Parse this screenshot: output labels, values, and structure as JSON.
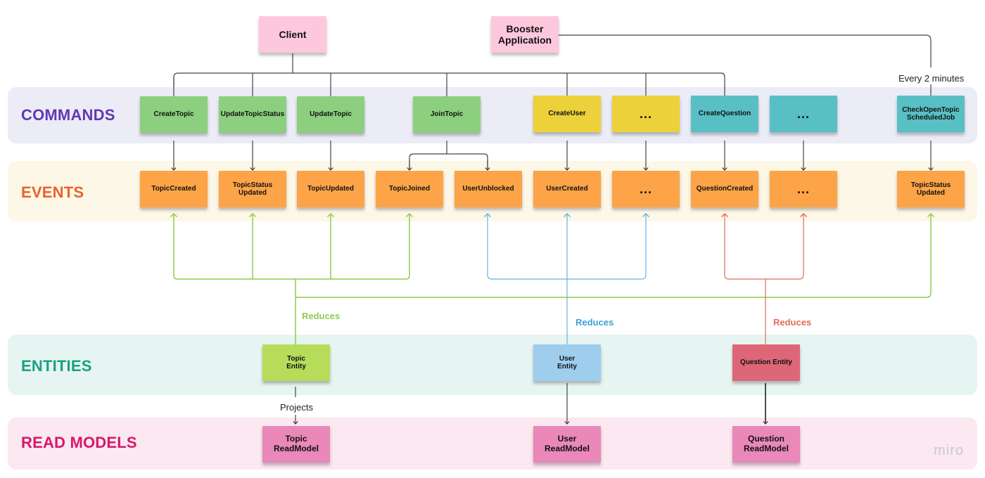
{
  "top": {
    "client": "Client",
    "booster": "Booster\nApplication",
    "schedule_label": "Every 2 minutes"
  },
  "bands": {
    "commands": "COMMANDS",
    "events": "EVENTS",
    "entities": "ENTITIES",
    "read_models": "READ MODELS"
  },
  "commands": {
    "create_topic": "CreateTopic",
    "update_topic_status": "UpdateTopicStatus",
    "update_topic": "UpdateTopic",
    "join_topic": "JoinTopic",
    "create_user": "CreateUser",
    "more_user": "...",
    "create_question": "CreateQuestion",
    "more_question": "...",
    "check_open_topic": "CheckOpenTopic\nScheduledJob"
  },
  "events": {
    "topic_created": "TopicCreated",
    "topic_status_updated": "TopicStatus\nUpdated",
    "topic_updated": "TopicUpdated",
    "topic_joined": "TopicJoined",
    "user_unblocked": "UserUnblocked",
    "user_created": "UserCreated",
    "more_user": "...",
    "question_created": "QuestionCreated",
    "more_question": "...",
    "topic_status_updated_2": "TopicStatus\nUpdated"
  },
  "entities": {
    "topic": "Topic\nEntity",
    "user": "User\nEntity",
    "question": "Question Entity"
  },
  "read_models": {
    "topic": "Topic\nReadModel",
    "user": "User\nReadModel",
    "question": "Question\nReadModel"
  },
  "labels": {
    "reduces_topic": "Reduces",
    "reduces_user": "Reduces",
    "reduces_question": "Reduces",
    "projects": "Projects"
  },
  "watermark": "miro",
  "colors": {
    "commands_band": "#ebecf6",
    "events_band": "#fdf7e7",
    "entities_band": "#e6f5f1",
    "read_models_band": "#fbe8f0",
    "commands_title": "#6336b5",
    "events_title": "#e8632c",
    "entities_title": "#1aa085",
    "read_models_title": "#d4196a",
    "topic_command": "#8ccf7e",
    "user_command": "#ecd13b",
    "question_command": "#58bfc5",
    "event": "#fca447",
    "topic_entity": "#b6dc5a",
    "user_entity": "#9ecdee",
    "question_entity": "#dd6777",
    "read_model": "#ea88b9",
    "client": "#fdc8dc",
    "topic_wire": "#8fcb4f",
    "user_wire": "#64b3e4",
    "question_wire": "#e06d5b"
  }
}
